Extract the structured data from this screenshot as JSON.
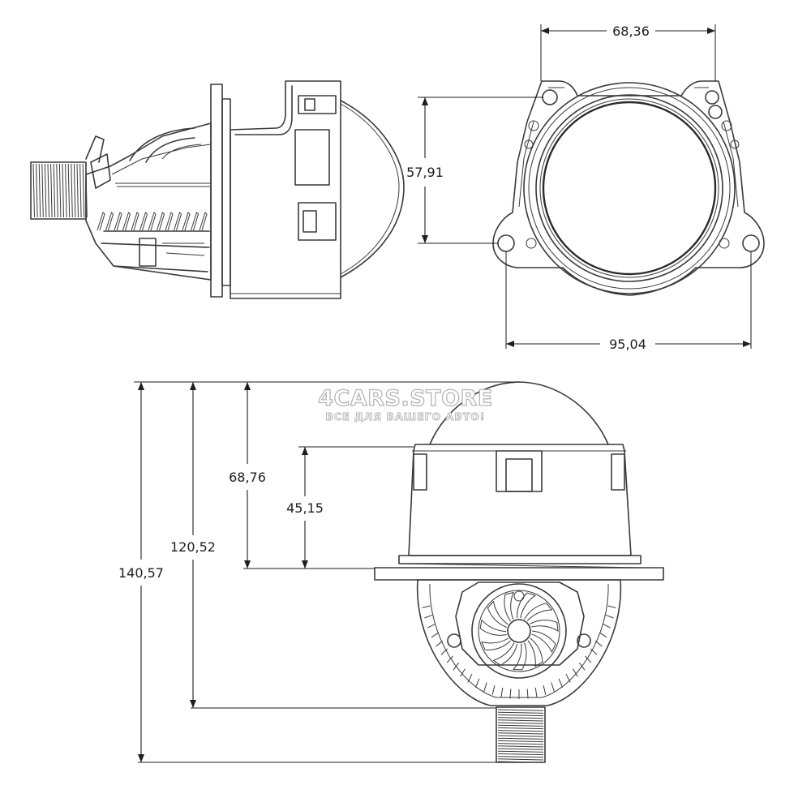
{
  "dimensions": {
    "top_width": "68,36",
    "front_height": "57,91",
    "bottom_width": "95,04",
    "height_1": "68,76",
    "height_2": "45,15",
    "height_3": "120,52",
    "height_4": "140,57"
  },
  "watermark": {
    "brand": "4CARS.STORE",
    "slogan": "ВСЕ ДЛЯ ВАШЕГО АВТО!"
  },
  "colors": {
    "line": "#3a3a3a",
    "dimension": "#1e1e1e",
    "background": "#ffffff"
  }
}
